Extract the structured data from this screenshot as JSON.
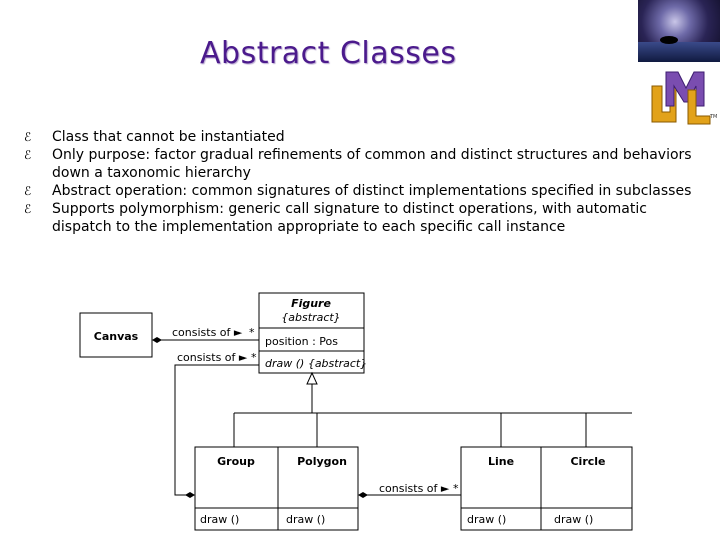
{
  "title": "Abstract Classes",
  "bullets": [
    "Class that cannot be instantiated",
    "Only purpose: factor gradual refinements of common and distinct structures and behaviors down a taxonomic hierarchy",
    "Abstract operation: common signatures of distinct implementations specified in subclasses",
    "Supports polymorphism: generic call signature to distinct operations, with automatic dispatch to the implementation appropriate to each specific call instance"
  ],
  "logo": {
    "letters": "UML",
    "tm": "TM"
  },
  "diagram": {
    "canvas": "Canvas",
    "figure_name": "Figure",
    "figure_stereo": "{abstract}",
    "figure_attr": "position : Pos",
    "figure_op": "draw () {abstract}",
    "assoc1": "consists of ►",
    "assoc2": "consists of ►",
    "assoc3": "consists of ►",
    "mult": "*",
    "group": "Group",
    "polygon": "Polygon",
    "line": "Line",
    "circle": "Circle",
    "draw": "draw ()"
  }
}
